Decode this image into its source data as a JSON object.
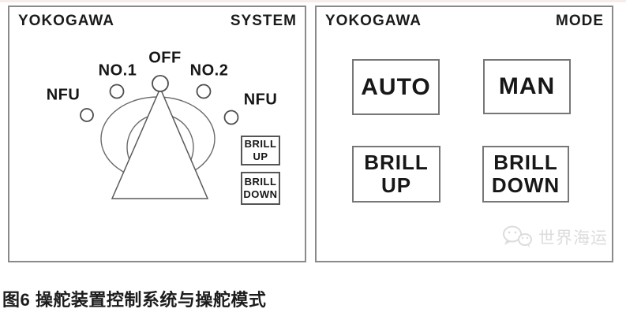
{
  "figure": {
    "caption": "图6 操舵装置控制系统与操舵模式"
  },
  "left_panel": {
    "brand": "YOKOGAWA",
    "panel_label": "SYSTEM",
    "selector_positions": [
      {
        "label": "NFU"
      },
      {
        "label": "NO.1"
      },
      {
        "label": "OFF"
      },
      {
        "label": "NO.2"
      },
      {
        "label": "NFU"
      }
    ],
    "buttons": [
      {
        "line1": "BRILL",
        "line2": "UP"
      },
      {
        "line1": "BRILL",
        "line2": "DOWN"
      }
    ]
  },
  "right_panel": {
    "brand": "YOKOGAWA",
    "panel_label": "MODE",
    "buttons": [
      {
        "label": "AUTO"
      },
      {
        "label": "MAN"
      }
    ],
    "brill_buttons": [
      {
        "line1": "BRILL",
        "line2": "UP"
      },
      {
        "line1": "BRILL",
        "line2": "DOWN"
      }
    ],
    "watermark": {
      "text": "世界海运",
      "icon": "wechat-bubbles-icon"
    }
  },
  "colors": {
    "panel_border": "#8a8a8a",
    "dial_line": "#555555",
    "text": "#1b1b1b",
    "watermark": "#dcdcdc",
    "top_strip": "#f6ecec"
  }
}
